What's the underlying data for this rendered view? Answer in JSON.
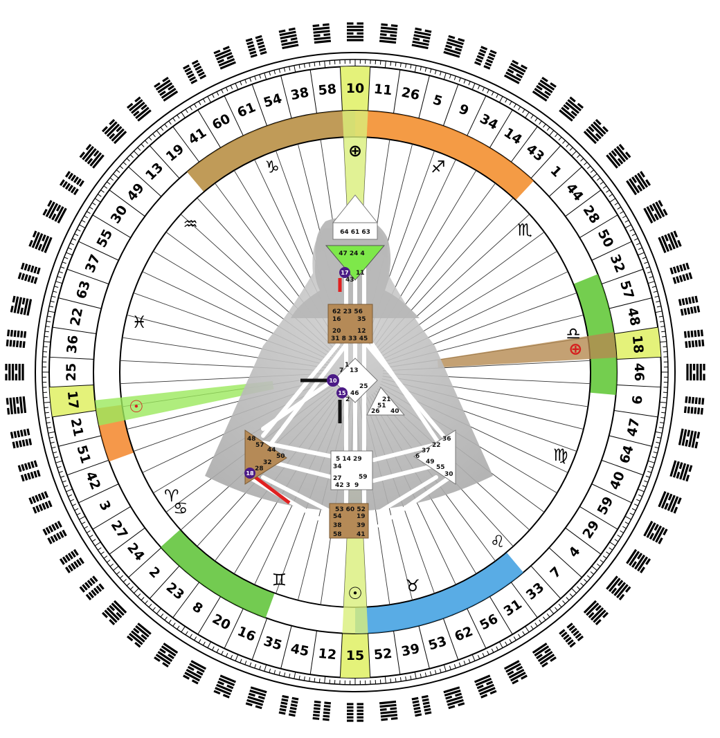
{
  "wheel": {
    "gates": [
      10,
      11,
      26,
      5,
      9,
      34,
      14,
      43,
      1,
      44,
      28,
      50,
      32,
      57,
      48,
      18,
      46,
      6,
      47,
      64,
      40,
      59,
      29,
      4,
      7,
      33,
      31,
      56,
      62,
      53,
      39,
      52,
      15,
      12,
      45,
      35,
      16,
      20,
      8,
      23,
      2,
      24,
      27,
      3,
      42,
      51,
      21,
      17,
      25,
      36,
      22,
      63,
      37,
      55,
      30,
      49,
      13,
      19,
      41,
      60,
      61,
      54,
      38,
      58
    ],
    "highlighted_gates": [
      10,
      18,
      17,
      15
    ],
    "highlight_color": "#e4f27a",
    "sign_bands": [
      {
        "name": "capricorn",
        "glyph": "♑",
        "from": -40,
        "to": 0,
        "color": "#b5893b"
      },
      {
        "name": "sagittarius",
        "glyph": "♐",
        "from": 0,
        "to": 43,
        "color": "#f28a24"
      },
      {
        "name": "aquarius-side",
        "glyph": "",
        "from": 250,
        "to": 262,
        "color": "#f3862a"
      },
      {
        "name": "libra-side",
        "glyph": "",
        "from": 68,
        "to": 95,
        "color": "#5cc630"
      },
      {
        "name": "gemini",
        "glyph": "♊",
        "from": 200,
        "to": 228,
        "color": "#5bc233"
      },
      {
        "name": "taurus",
        "glyph": "♉",
        "from": 140,
        "to": 180,
        "color": "#3c9de0"
      }
    ],
    "zodiac_glyphs": [
      {
        "name": "capricorn-glyph",
        "glyph": "♑",
        "angle": -22
      },
      {
        "name": "sagittarius-glyph",
        "glyph": "♐",
        "angle": 22
      },
      {
        "name": "scorpio-glyph",
        "glyph": "♏",
        "angle": 50
      },
      {
        "name": "libra-glyph",
        "glyph": "♎",
        "angle": 80
      },
      {
        "name": "virgo-glyph",
        "glyph": "♍",
        "angle": 112
      },
      {
        "name": "leo-glyph",
        "glyph": "♌",
        "angle": 140
      },
      {
        "name": "taurus-glyph",
        "glyph": "♉",
        "angle": 165
      },
      {
        "name": "gemini-glyph",
        "glyph": "♊",
        "angle": 200
      },
      {
        "name": "cancer-glyph",
        "glyph": "♋",
        "angle": 232
      },
      {
        "name": "aries-glyph",
        "glyph": "♈",
        "angle": 236
      },
      {
        "name": "pisces-glyph",
        "glyph": "♓",
        "angle": 283
      },
      {
        "name": "aquarius-glyph",
        "glyph": "♒",
        "angle": 312
      }
    ],
    "planets": [
      {
        "name": "earth-top",
        "glyph": "⊕",
        "angle": 0,
        "color": "#000000",
        "beam": "#d9ef7a"
      },
      {
        "name": "sun-bottom",
        "glyph": "☉",
        "angle": 180,
        "color": "#000000",
        "beam": "#d9ef7a"
      },
      {
        "name": "earth-right",
        "glyph": "⊕",
        "angle": 84,
        "color": "#d61f1f",
        "beam": "#b58a50"
      },
      {
        "name": "sun-left",
        "glyph": "☉",
        "angle": 261,
        "color": "#d61f1f",
        "beam": "#9be85c"
      }
    ]
  },
  "bodygraph": {
    "head": "64 61 63",
    "ajna_top": "47 24 4",
    "ajna_gates": [
      "17",
      "11",
      "43"
    ],
    "throat": [
      "62 23 56",
      "16",
      "35",
      "20",
      "12",
      "31 8 33 45"
    ],
    "g_center": [
      "1",
      "7",
      "13",
      "10",
      "25",
      "15",
      "46",
      "2"
    ],
    "heart": [
      "21",
      "51",
      "26",
      "40"
    ],
    "spleen": [
      "48",
      "57",
      "44",
      "50",
      "32",
      "28",
      "18"
    ],
    "sacral": [
      "5 14 29",
      "34",
      "27",
      "59",
      "42 3",
      "9"
    ],
    "solar_plexus": [
      "36",
      "22",
      "37",
      "6",
      "49",
      "55",
      "30"
    ],
    "root": [
      "53 60 52",
      "54",
      "19",
      "38",
      "39",
      "58",
      "41"
    ],
    "active_markers": [
      "17",
      "10",
      "15",
      "18"
    ]
  }
}
